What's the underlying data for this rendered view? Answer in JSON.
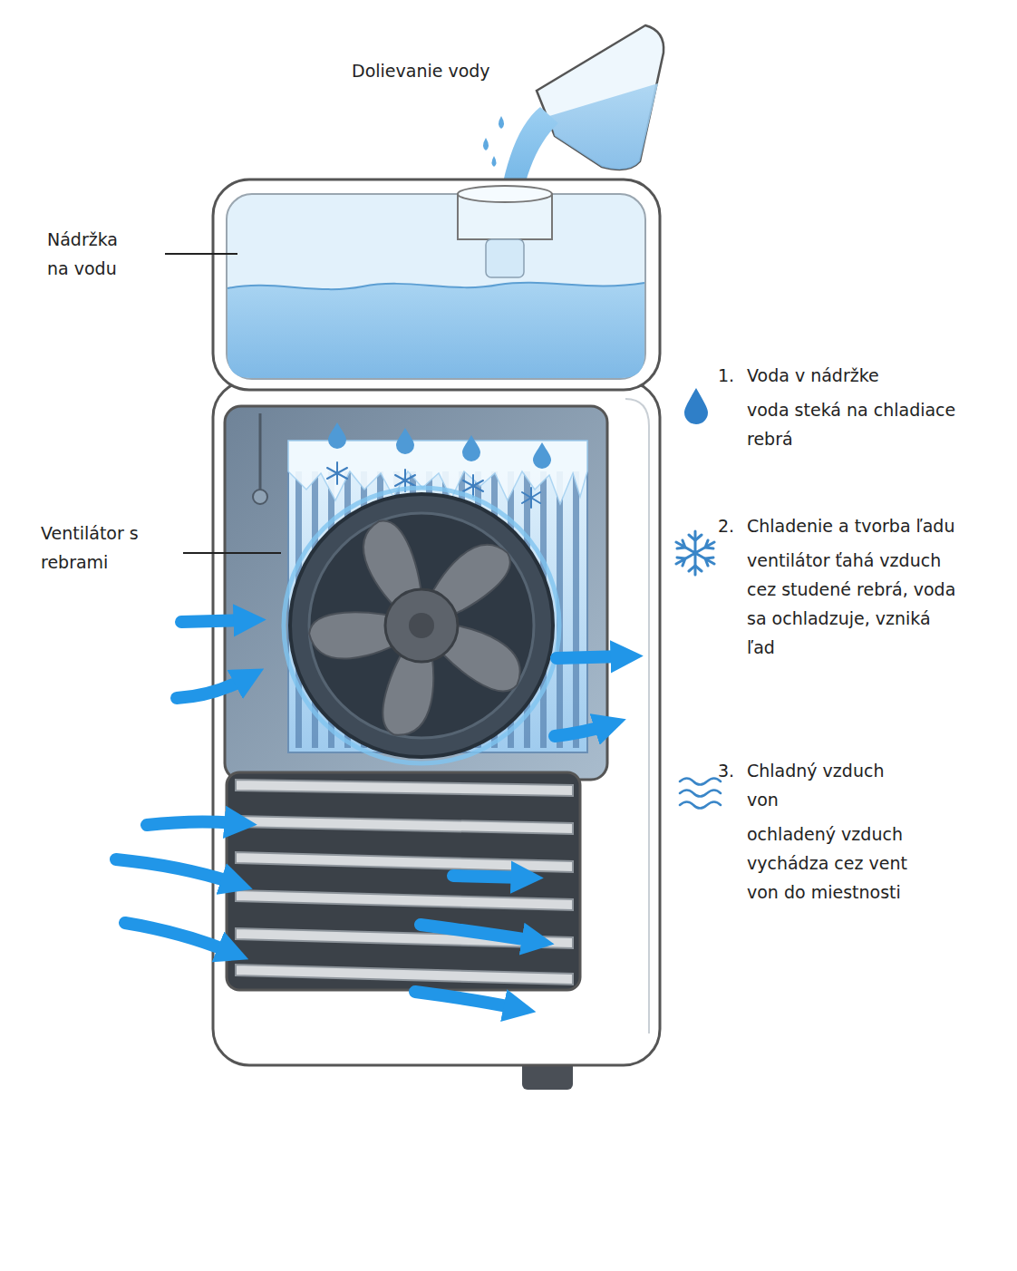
{
  "diagram": {
    "labels": [
      "Dolievanie vody",
      "Nádržka na vodu",
      "Ventilátor s rebrami",
      "1.",
      "Voda v nádržke",
      "voda steká na chladiace rebrá",
      "2.",
      "Chladenie a tvorba ľadu",
      "ventilátor ťahá vzduch cez studené rebrá, voda sa ochladzuje, vzniká ľad",
      "3.",
      "Chladný vzduch von",
      "ochladený vzduch vychádza cez vent von do miestnosti"
    ]
  }
}
